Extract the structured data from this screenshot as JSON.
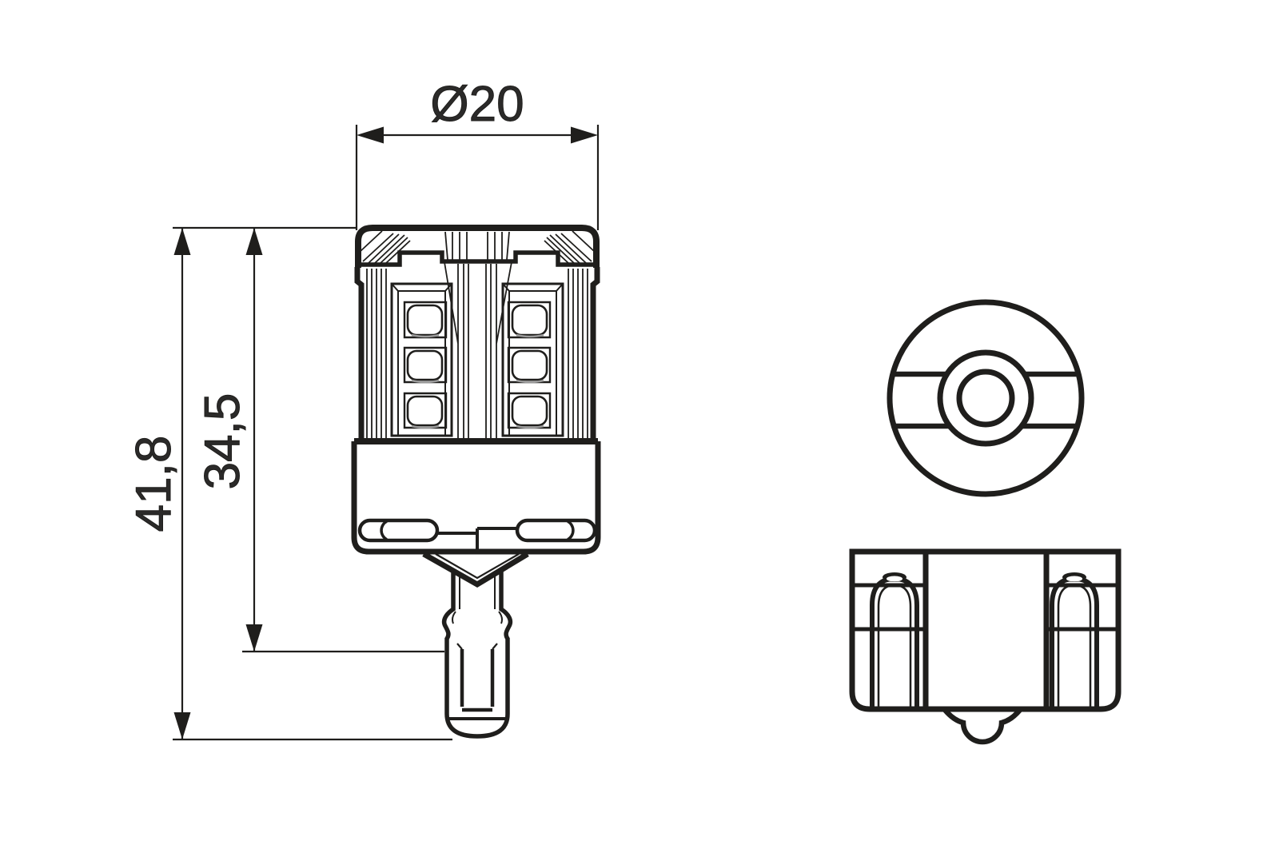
{
  "page": {
    "background_color": "#ffffff"
  },
  "drawing": {
    "ink_color": "#1f1e1c",
    "text_color": "#2b2a29",
    "shade_color": "#9a9a9a",
    "dimensions": {
      "diameter": {
        "label": "Ø20"
      },
      "total_length": {
        "label": "41,8"
      },
      "exposed_length": {
        "label": "34,5"
      }
    },
    "front_view": {
      "led_columns": 2,
      "led_rows": 3
    }
  }
}
